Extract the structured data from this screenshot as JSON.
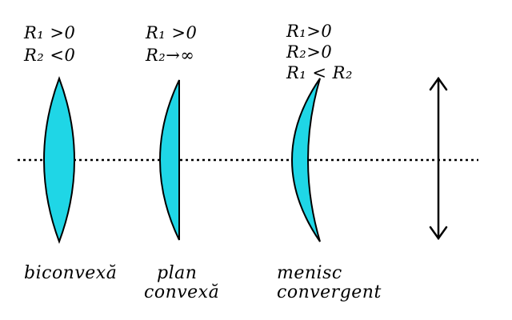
{
  "colors": {
    "lens_fill": "#1fd6e6",
    "stroke": "#000000",
    "axis": "#000000"
  },
  "lenses": [
    {
      "kind": "biconvex",
      "conditions": [
        "R₁ >0",
        "R₂ <0"
      ],
      "name_lines": [
        "biconvexă"
      ]
    },
    {
      "kind": "plano-convex",
      "conditions": [
        "R₁ >0",
        "R₂→∞"
      ],
      "name_lines": [
        "plan",
        "convexă"
      ]
    },
    {
      "kind": "meniscus",
      "conditions": [
        "R₁>0",
        "R₂>0",
        "R₁ < R₂"
      ],
      "name_lines": [
        "menisc",
        "convergent"
      ]
    },
    {
      "kind": "symbol",
      "conditions": [],
      "name_lines": []
    }
  ]
}
